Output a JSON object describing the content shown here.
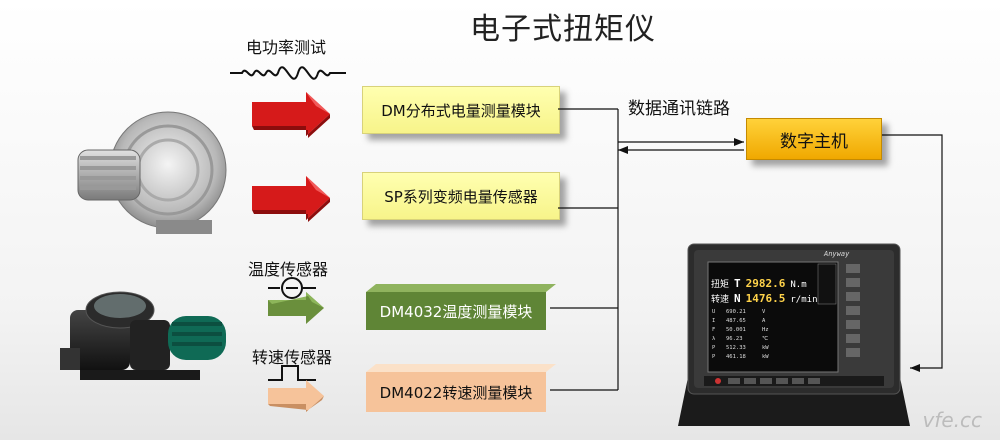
{
  "title": "电子式扭矩仪",
  "labels": {
    "power_test": "电功率测试",
    "temp_sensor": "温度传感器",
    "speed_sensor": "转速传感器",
    "data_link": "数据通讯链路"
  },
  "modules": {
    "dm_power": "DM分布式电量测量模块",
    "sp_sensor": "SP系列变频电量传感器",
    "dm4032": "DM4032温度测量模块",
    "dm4022": "DM4022转速测量模块"
  },
  "host": "数字主机",
  "device": {
    "brand": "Anyway",
    "row1_label": "扭矩",
    "row1_sym": "T",
    "row1_value": "2982.6",
    "row1_unit": "N.m",
    "row2_label": "转速",
    "row2_sym": "N",
    "row2_value": "1476.5",
    "row2_unit": "r/min",
    "readings": [
      {
        "sym": "U",
        "val": "690.21",
        "unit": "V"
      },
      {
        "sym": "I",
        "val": "487.65",
        "unit": "A"
      },
      {
        "sym": "F",
        "val": "50.001",
        "unit": "Hz"
      },
      {
        "sym": "λ",
        "val": "96.23",
        "unit": "℃"
      },
      {
        "sym": "P",
        "val": "512.33",
        "unit": "kW"
      },
      {
        "sym": "P",
        "val": "461.18",
        "unit": "kW"
      }
    ]
  },
  "watermark": "vfe.cc",
  "colors": {
    "arrow_red": "#d61a1a",
    "arrow_green": "#6a8f3c",
    "arrow_tan": "#f6c39a",
    "module_yellow": "#f7f48a",
    "host_gold": "#f0a800"
  }
}
